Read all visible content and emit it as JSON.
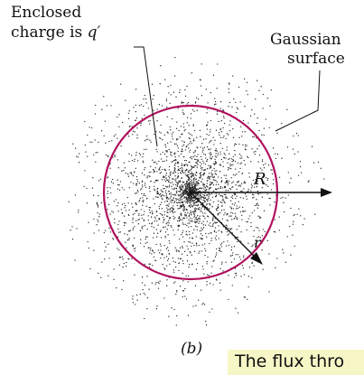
{
  "labels": {
    "enclosed_line1": "Enclosed",
    "enclosed_line2_prefix": "charge is ",
    "enclosed_var": "q′",
    "gaussian_line1": "Gaussian",
    "gaussian_line2": "surface",
    "radius_R": "R",
    "radius_r": "r",
    "part": "(b)"
  },
  "caption": {
    "text": "The flux thro"
  },
  "colors": {
    "gaussian_surface": "#b0125e",
    "ink": "#111111",
    "caption_bg": "#f7f6c6"
  }
}
